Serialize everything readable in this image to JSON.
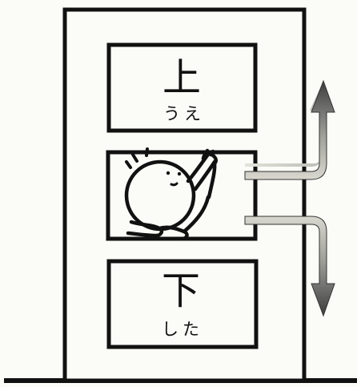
{
  "diagram": {
    "top_box": {
      "label": "上",
      "reading": "うえ"
    },
    "middle_box": {
      "figure": "person-reaching-up"
    },
    "bottom_box": {
      "label": "下",
      "reading": "した"
    },
    "arrows": {
      "up": "up-arrow",
      "down": "down-arrow"
    },
    "colors": {
      "line": "#111111",
      "background": "#fbfbf7",
      "arrow_light": "#d9d9d0",
      "arrow_dark": "#3c3c3c"
    }
  }
}
